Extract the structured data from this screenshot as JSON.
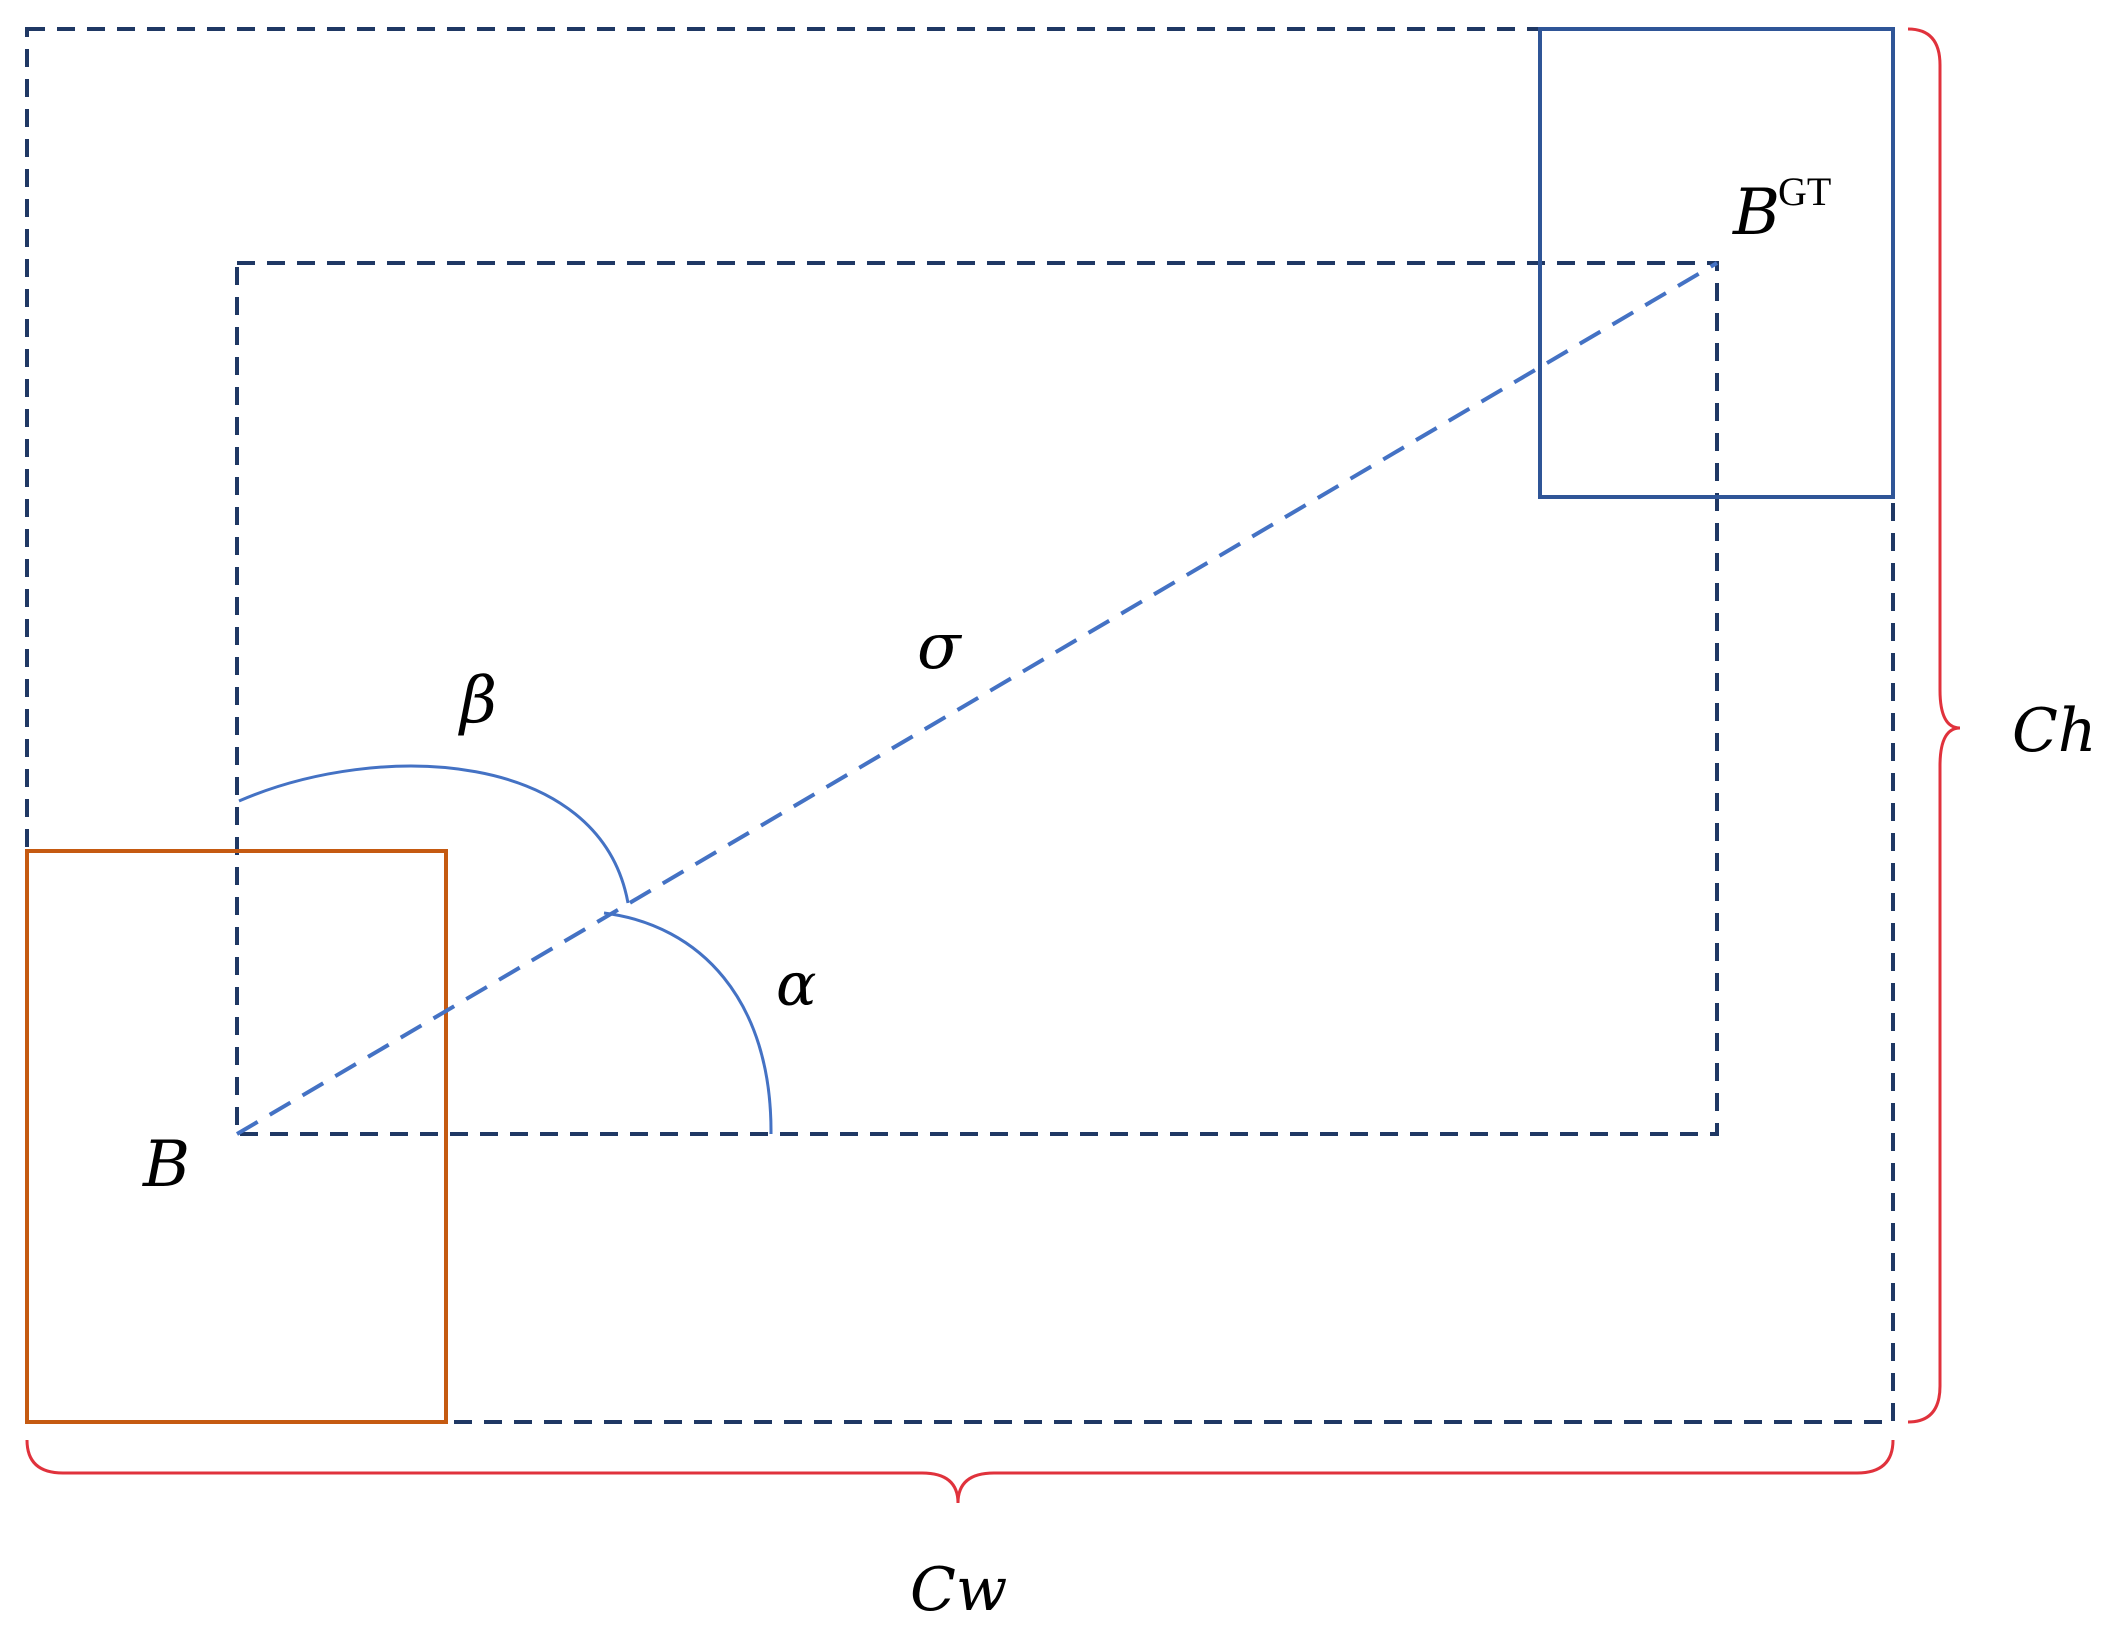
{
  "diagram": {
    "labels": {
      "predicted_box": "B",
      "ground_truth_box": "B",
      "ground_truth_superscript": "GT",
      "alpha": "α",
      "beta": "β",
      "sigma": "σ",
      "enclosing_height": "Ch",
      "enclosing_width": "Cw"
    },
    "colors": {
      "predicted_box": "#C55A11",
      "ground_truth_box": "#2F5597",
      "dashed_lines": "#1F3864",
      "center_line": "#4472C4",
      "angle_arcs": "#4472C4",
      "braces": "#E0323C"
    }
  }
}
